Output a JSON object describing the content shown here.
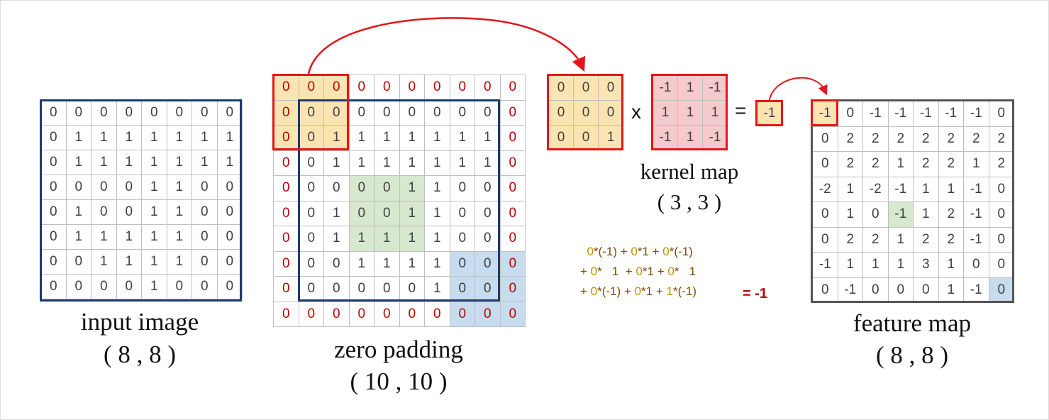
{
  "input_image": {
    "caption": "input image",
    "size": "( 8 , 8 )",
    "rows": [
      [
        "0",
        "0",
        "0",
        "0",
        "0",
        "0",
        "0",
        "0"
      ],
      [
        "0",
        "1",
        "1",
        "1",
        "1",
        "1",
        "1",
        "1"
      ],
      [
        "0",
        "1",
        "1",
        "1",
        "1",
        "1",
        "1",
        "1"
      ],
      [
        "0",
        "0",
        "0",
        "0",
        "1",
        "1",
        "0",
        "0"
      ],
      [
        "0",
        "1",
        "0",
        "0",
        "1",
        "1",
        "0",
        "0"
      ],
      [
        "0",
        "1",
        "1",
        "1",
        "1",
        "1",
        "0",
        "0"
      ],
      [
        "0",
        "0",
        "1",
        "1",
        "1",
        "1",
        "0",
        "0"
      ],
      [
        "0",
        "0",
        "0",
        "0",
        "1",
        "0",
        "0",
        "0"
      ]
    ]
  },
  "zero_padding": {
    "caption": "zero padding",
    "size": "( 10 , 10 )",
    "rows": [
      [
        "0",
        "0",
        "0",
        "0",
        "0",
        "0",
        "0",
        "0",
        "0",
        "0"
      ],
      [
        "0",
        "0",
        "0",
        "0",
        "0",
        "0",
        "0",
        "0",
        "0",
        "0"
      ],
      [
        "0",
        "0",
        "1",
        "1",
        "1",
        "1",
        "1",
        "1",
        "1",
        "0"
      ],
      [
        "0",
        "0",
        "1",
        "1",
        "1",
        "1",
        "1",
        "1",
        "1",
        "0"
      ],
      [
        "0",
        "0",
        "0",
        "0",
        "0",
        "1",
        "1",
        "0",
        "0",
        "0"
      ],
      [
        "0",
        "0",
        "1",
        "0",
        "0",
        "1",
        "1",
        "0",
        "0",
        "0"
      ],
      [
        "0",
        "0",
        "1",
        "1",
        "1",
        "1",
        "1",
        "0",
        "0",
        "0"
      ],
      [
        "0",
        "0",
        "0",
        "1",
        "1",
        "1",
        "1",
        "0",
        "0",
        "0"
      ],
      [
        "0",
        "0",
        "0",
        "0",
        "0",
        "0",
        "1",
        "0",
        "0",
        "0"
      ],
      [
        "0",
        "0",
        "0",
        "0",
        "0",
        "0",
        "0",
        "0",
        "0",
        "0"
      ]
    ]
  },
  "window_patch": {
    "rows": [
      [
        "0",
        "0",
        "0"
      ],
      [
        "0",
        "0",
        "0"
      ],
      [
        "0",
        "0",
        "1"
      ]
    ]
  },
  "operators": {
    "multiply": "x",
    "equals": "="
  },
  "kernel_map": {
    "caption": "kernel map",
    "size": "( 3 , 3 )",
    "rows": [
      [
        "-1",
        "1",
        "-1"
      ],
      [
        "1",
        "1",
        "1"
      ],
      [
        "-1",
        "1",
        "-1"
      ]
    ]
  },
  "result_cell": "-1",
  "formula": {
    "lines": [
      [
        [
          "0",
          "z"
        ],
        [
          "*(-1) + ",
          "o"
        ],
        [
          "0",
          "z"
        ],
        [
          "*1 + ",
          "o"
        ],
        [
          "0",
          "z"
        ],
        [
          "*(-1)",
          "o"
        ]
      ],
      [
        [
          "+ ",
          "o"
        ],
        [
          "0",
          "z"
        ],
        [
          "*   1  + ",
          "o"
        ],
        [
          "0",
          "z"
        ],
        [
          "*1 + ",
          "o"
        ],
        [
          "0",
          "z"
        ],
        [
          "*   1",
          "o"
        ]
      ],
      [
        [
          "+ ",
          "o"
        ],
        [
          "0",
          "z"
        ],
        [
          "*(-1) + ",
          "o"
        ],
        [
          "0",
          "z"
        ],
        [
          "*1 + ",
          "o"
        ],
        [
          "1",
          "z"
        ],
        [
          "*(-1)",
          "o"
        ]
      ]
    ],
    "result": "=  -1"
  },
  "feature_map": {
    "caption": "feature map",
    "size": "( 8 , 8 )",
    "rows": [
      [
        "-1",
        "0",
        "-1",
        "-1",
        "-1",
        "-1",
        "-1",
        "0"
      ],
      [
        "0",
        "2",
        "2",
        "2",
        "2",
        "2",
        "2",
        "2"
      ],
      [
        "0",
        "2",
        "2",
        "1",
        "2",
        "2",
        "1",
        "2"
      ],
      [
        "-2",
        "1",
        "-2",
        "-1",
        "1",
        "1",
        "-1",
        "0"
      ],
      [
        "0",
        "1",
        "0",
        "-1",
        "1",
        "2",
        "-1",
        "0"
      ],
      [
        "0",
        "2",
        "2",
        "1",
        "2",
        "2",
        "-1",
        "0"
      ],
      [
        "-1",
        "1",
        "1",
        "1",
        "3",
        "1",
        "0",
        "0"
      ],
      [
        "0",
        "-1",
        "0",
        "0",
        "0",
        "1",
        "-1",
        "0"
      ]
    ]
  },
  "colors": {
    "window_fill": "#fbe4b1",
    "window_border": "#e3161b",
    "green_highlight": "#d6e8cd",
    "blue_highlight": "#c7dcee",
    "kernel_fill": "#f6c9cd",
    "input_border": "#1f3a6e",
    "padding_value_color": "#c00000",
    "feature_border": "#555555",
    "arrow": "#e3161b"
  }
}
